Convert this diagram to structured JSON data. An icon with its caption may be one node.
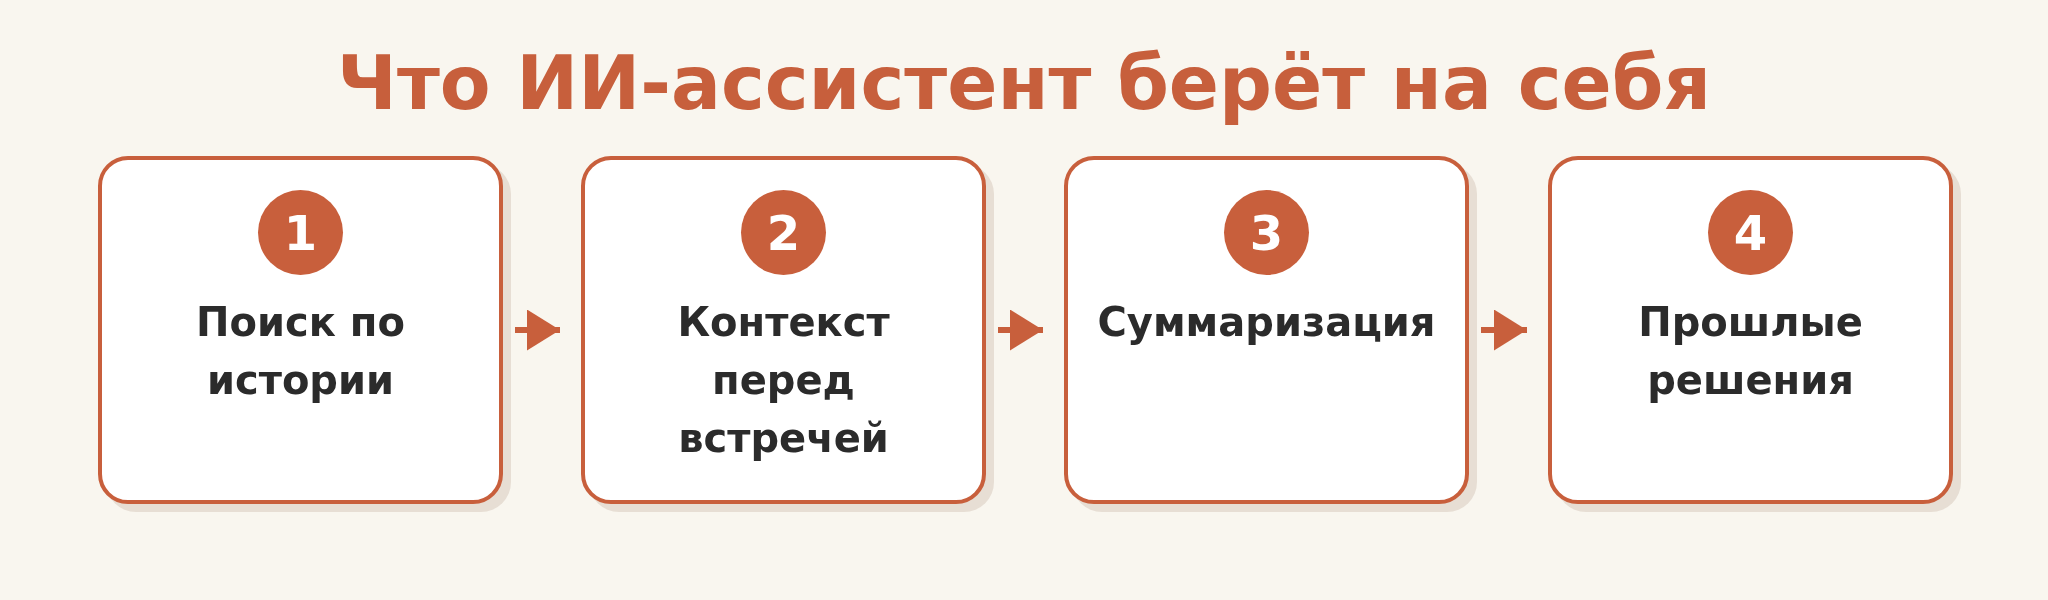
{
  "diagram": {
    "title": "Что ИИ-ассистент берёт на себя",
    "nodes": [
      {
        "text": [
          "Поиск по истории"
        ]
      },
      {
        "text": [
          "1"
        ],
        "in": 0
      },
      {
        "text": [
          "Контекст перед встречей"
        ]
      },
      {
        "text": [
          "2"
        ],
        "in": 2
      },
      {
        "text": [
          "Суммаризация"
        ]
      },
      {
        "text": [
          "3"
        ],
        "in": 4
      },
      {
        "text": [
          "Прошлые решения"
        ]
      },
      {
        "text": [
          "4"
        ],
        "in": 6
      }
    ],
    "edges": [
      {
        "from": 0,
        "to": 2,
        "arrow": "to"
      },
      {
        "from": 2,
        "to": 4,
        "arrow": "to"
      },
      {
        "from": 4,
        "to": 6,
        "arrow": "to"
      }
    ]
  }
}
